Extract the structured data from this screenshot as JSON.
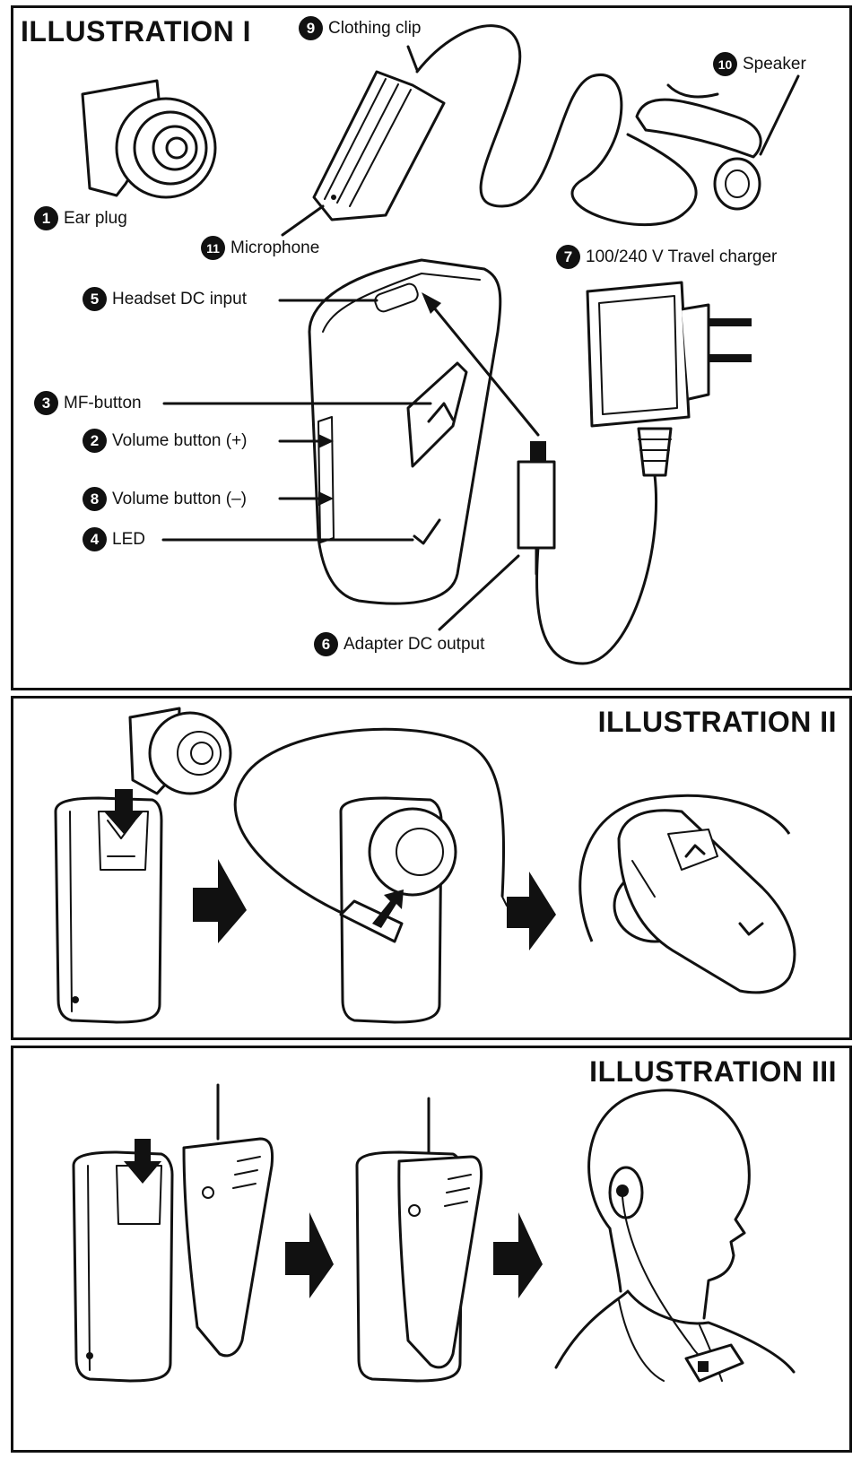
{
  "illustration_1": {
    "title": "ILLUSTRATION I",
    "parts": [
      {
        "num": "1",
        "label": "Ear plug"
      },
      {
        "num": "2",
        "label": "Volume button (+)"
      },
      {
        "num": "3",
        "label": "MF-button"
      },
      {
        "num": "4",
        "label": "LED"
      },
      {
        "num": "5",
        "label": "Headset DC input"
      },
      {
        "num": "6",
        "label": "Adapter DC output"
      },
      {
        "num": "7",
        "label": "100/240 V Travel charger"
      },
      {
        "num": "8",
        "label": "Volume button (–)"
      },
      {
        "num": "9",
        "label": "Clothing clip"
      },
      {
        "num": "10",
        "label": "Speaker"
      },
      {
        "num": "11",
        "label": "Microphone"
      }
    ]
  },
  "illustration_2": {
    "title": "ILLUSTRATION II"
  },
  "illustration_3": {
    "title": "ILLUSTRATION III"
  },
  "icons": [
    "ear-plug-icon",
    "clip-microphone-icon",
    "speaker-icon",
    "headset-icon",
    "travel-charger-icon",
    "arrow-right-icon",
    "earhook-icon",
    "person-icon"
  ],
  "colors": {
    "ink": "#111111",
    "paper": "#ffffff"
  }
}
